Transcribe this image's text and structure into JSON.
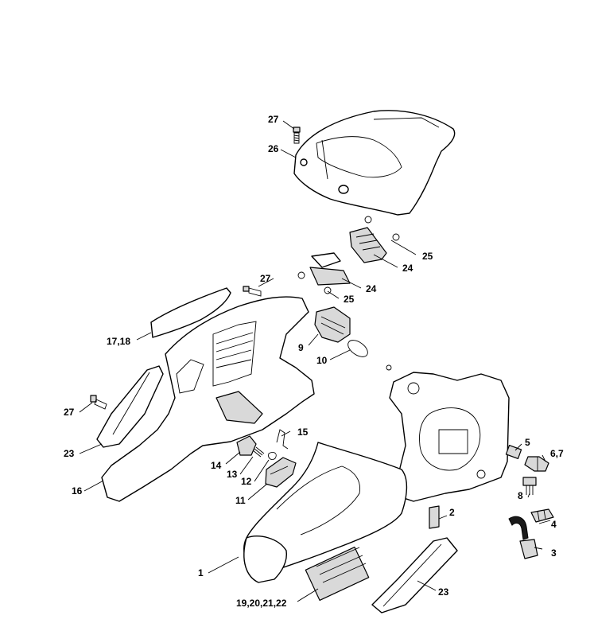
{
  "callouts": {
    "c_27_top": "27",
    "c_26": "26",
    "c_25_upper": "25",
    "c_24_upper": "24",
    "c_27_mid": "27",
    "c_24_mid": "24",
    "c_25_mid": "25",
    "c_17_18": "17,18",
    "c_9": "9",
    "c_10": "10",
    "c_27_left": "27",
    "c_23_left": "23",
    "c_15": "15",
    "c_14": "14",
    "c_13": "13",
    "c_12": "12",
    "c_16": "16",
    "c_11": "11",
    "c_5": "5",
    "c_6_7": "6,7",
    "c_8": "8",
    "c_2": "2",
    "c_4": "4",
    "c_3": "3",
    "c_1": "1",
    "c_19_22": "19,20,21,22",
    "c_23_bottom": "23"
  }
}
